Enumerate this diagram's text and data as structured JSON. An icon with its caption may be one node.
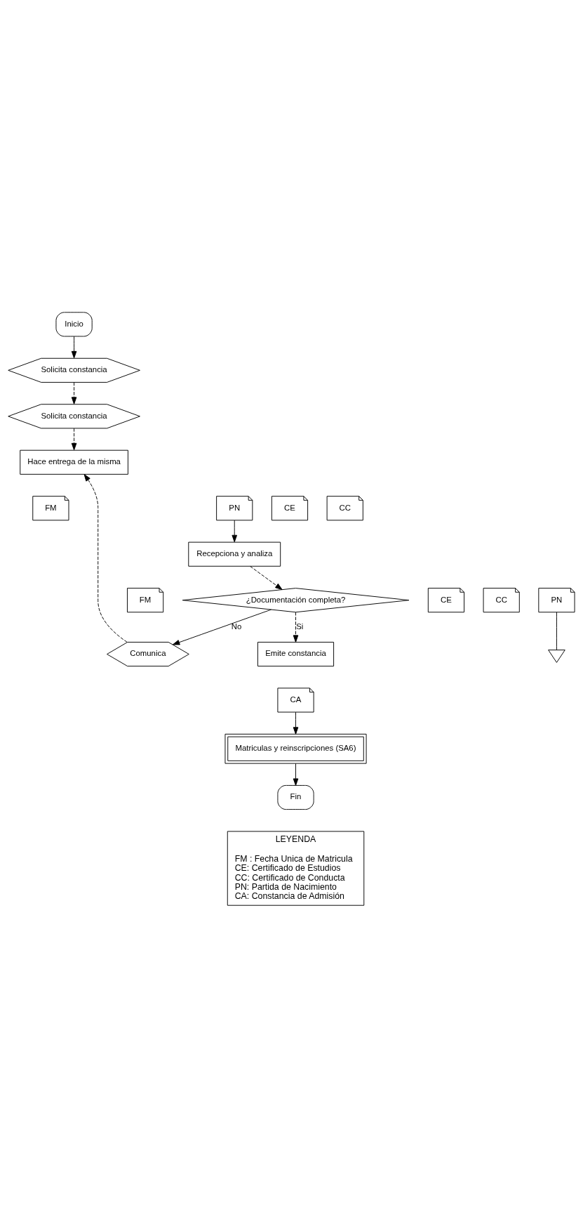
{
  "diagram": {
    "nodes": [
      {
        "text": [
          "Inicio"
        ]
      },
      {
        "text": [
          "Solicita constancia"
        ]
      },
      {
        "text": [
          "Solicita constancia"
        ]
      },
      {
        "text": [
          "Hace entrega de la misma"
        ]
      },
      {
        "text": [
          "FM"
        ]
      },
      {
        "text": [
          "CE"
        ]
      },
      {
        "text": [
          "CC"
        ]
      },
      {
        "text": [
          "PN"
        ]
      },
      {
        "text": [
          "Recepciona y analiza"
        ]
      },
      {
        "text": [
          "FM"
        ]
      },
      {
        "text": [
          "CE"
        ]
      },
      {
        "text": [
          "CC"
        ]
      },
      {
        "text": [
          "PN"
        ]
      },
      {
        "text": [],
        "shape": "triangle"
      },
      {
        "text": [
          "¿Documentación completa?"
        ]
      },
      {
        "text": [
          "Comunica"
        ]
      },
      {
        "text": [
          "Emite constancia"
        ]
      },
      {
        "text": [
          "CA"
        ]
      },
      {
        "text": [
          "Matriculas y reinscripciones (SA6)"
        ]
      },
      {
        "text": [
          "Fin"
        ]
      },
      {
        "text": [
          "LEYENDA",
          "FM : Fecha Unica de Matricula",
          "CE: Certificado de Estudios",
          "CC: Certificado de Conducta",
          "PN: Partida de Nacimiento",
          "CA: Constancia de Admisión"
        ]
      }
    ],
    "edges": [
      {
        "from": 0,
        "to": 1,
        "arrow": "to"
      },
      {
        "from": 1,
        "to": 2,
        "arrow": "to",
        "style": "dashed"
      },
      {
        "from": 2,
        "to": 3,
        "arrow": "to",
        "style": "dashed"
      },
      {
        "from": 7,
        "to": 8,
        "arrow": "to"
      },
      {
        "from": 8,
        "to": 14,
        "arrow": "to",
        "style": "dashed"
      },
      {
        "from": 12,
        "to": 13,
        "arrow": "none"
      },
      {
        "from": 14,
        "to": 15,
        "arrow": "to",
        "label": "No"
      },
      {
        "from": 14,
        "to": 16,
        "arrow": "to",
        "label": "Si",
        "style": "dashed"
      },
      {
        "from": 15,
        "to": 3,
        "arrow": "to",
        "style": "dashed"
      },
      {
        "from": 17,
        "to": 18,
        "arrow": "to"
      },
      {
        "from": 18,
        "to": 19,
        "arrow": "to"
      }
    ]
  }
}
